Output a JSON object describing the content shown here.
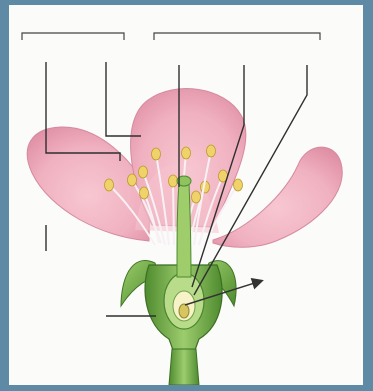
{
  "diagram": {
    "type": "labeled-flower-cross-section",
    "label_text": [],
    "colors": {
      "frame": "#5f8aa5",
      "panel": "#fbfbf9",
      "petal": "#f2b8c4",
      "petal_shade": "#e796ab",
      "sepal": "#79b04a",
      "sepal_dark": "#4c8a2c",
      "stem": "#7cb451",
      "ovule": "#d8c55d",
      "anther": "#f0d26a",
      "leader_line": "#333333"
    },
    "parts": [
      "petal-left",
      "petal-back",
      "petal-right",
      "stamens",
      "pistil",
      "sepals",
      "receptacle",
      "ovary",
      "ovule",
      "stem"
    ]
  }
}
